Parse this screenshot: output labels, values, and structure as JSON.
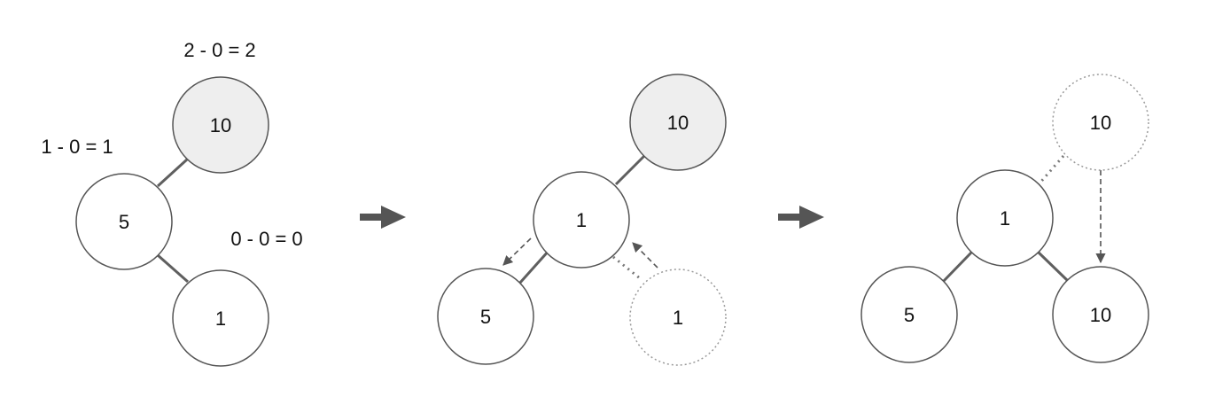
{
  "colors": {
    "stroke": "#555555",
    "edge": "#5f5f5f",
    "highlight_fill": "#eeeeee",
    "ghost_stroke": "#9a9a9a",
    "arrow": "#555555"
  },
  "stage1": {
    "nodes": {
      "top": "10",
      "middle": "5",
      "bottom": "1"
    },
    "labels": {
      "top": "2 - 0 = 2",
      "middle": "1 - 0 = 1",
      "bottom": "0 - 0 = 0"
    }
  },
  "stage2": {
    "nodes": {
      "top": "10",
      "middle": "1",
      "left": "5",
      "ghost": "1"
    }
  },
  "stage3": {
    "nodes": {
      "ghost_top": "10",
      "root": "1",
      "left": "5",
      "right": "10"
    }
  }
}
